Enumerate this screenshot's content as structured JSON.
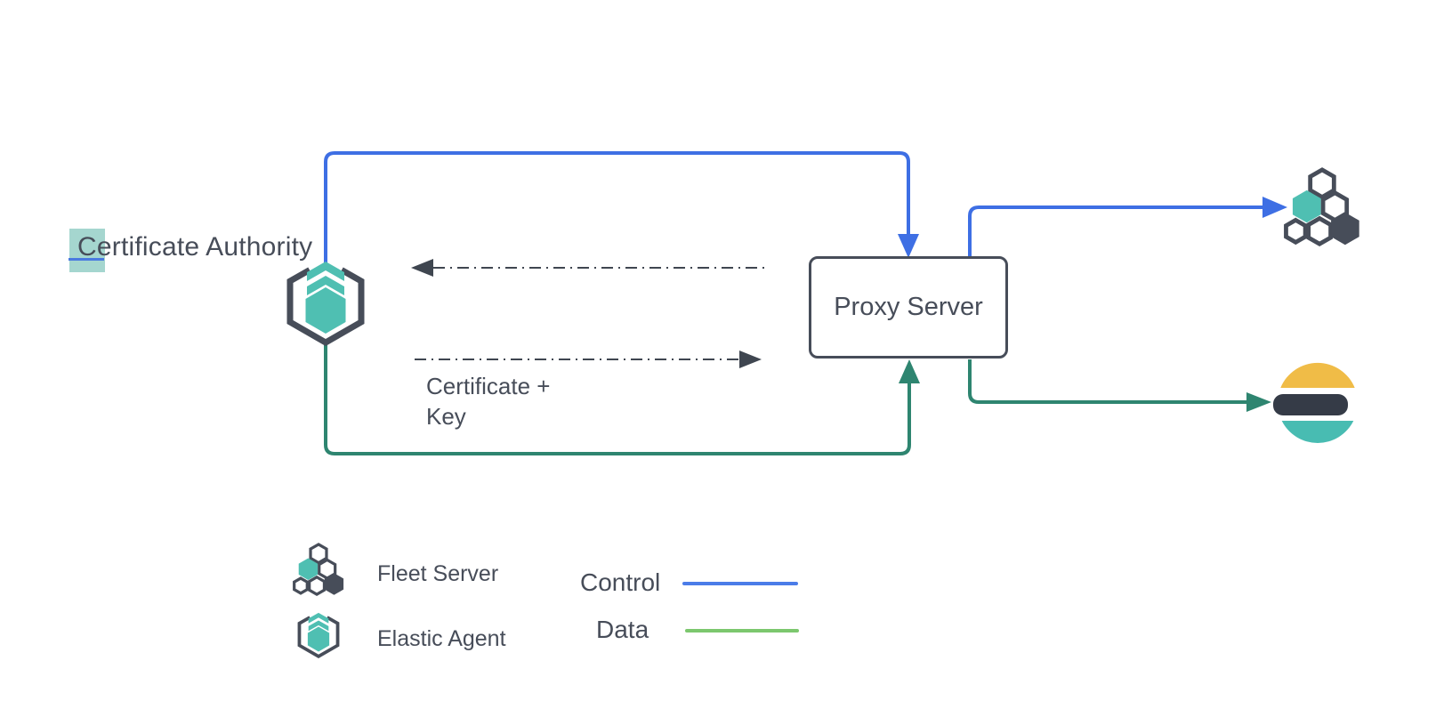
{
  "nodes": {
    "certificate_authority": {
      "selected_char": "C",
      "label_rest": "ertificate Authority"
    },
    "proxy_server": {
      "label": "Proxy Server"
    },
    "fleet_server": {
      "icon": "fleet-server-icon"
    },
    "elastic_agent": {
      "icon": "elastic-agent-icon"
    },
    "elasticsearch": {
      "icon": "elasticsearch-icon"
    }
  },
  "connectors": {
    "certificate_exchange": {
      "label_line1": "Certificate +",
      "label_line2": "Key"
    },
    "control_agent_to_proxy": {
      "type": "control"
    },
    "control_proxy_to_fleet": {
      "type": "control"
    },
    "data_agent_to_proxy": {
      "type": "data"
    },
    "data_proxy_to_elasticsearch": {
      "type": "data"
    }
  },
  "legend": {
    "items": [
      {
        "icon": "fleet-server-icon",
        "label": "Fleet Server"
      },
      {
        "icon": "elastic-agent-icon",
        "label": "Elastic Agent"
      }
    ],
    "line_types": [
      {
        "label": "Control",
        "color": "#4b7ce8"
      },
      {
        "label": "Data",
        "color": "#7cc76e"
      }
    ]
  },
  "colors": {
    "control_line": "#3e6fe4",
    "data_line": "#2e8570",
    "legend_data_line": "#7cc76e",
    "dashed_line": "#3f4650",
    "teal": "#4fbfb2",
    "dark_slate": "#474d59",
    "elastic_yellow": "#f0bc47",
    "elastic_dark": "#353b47",
    "selection_highlight": "#a5d6cf"
  }
}
